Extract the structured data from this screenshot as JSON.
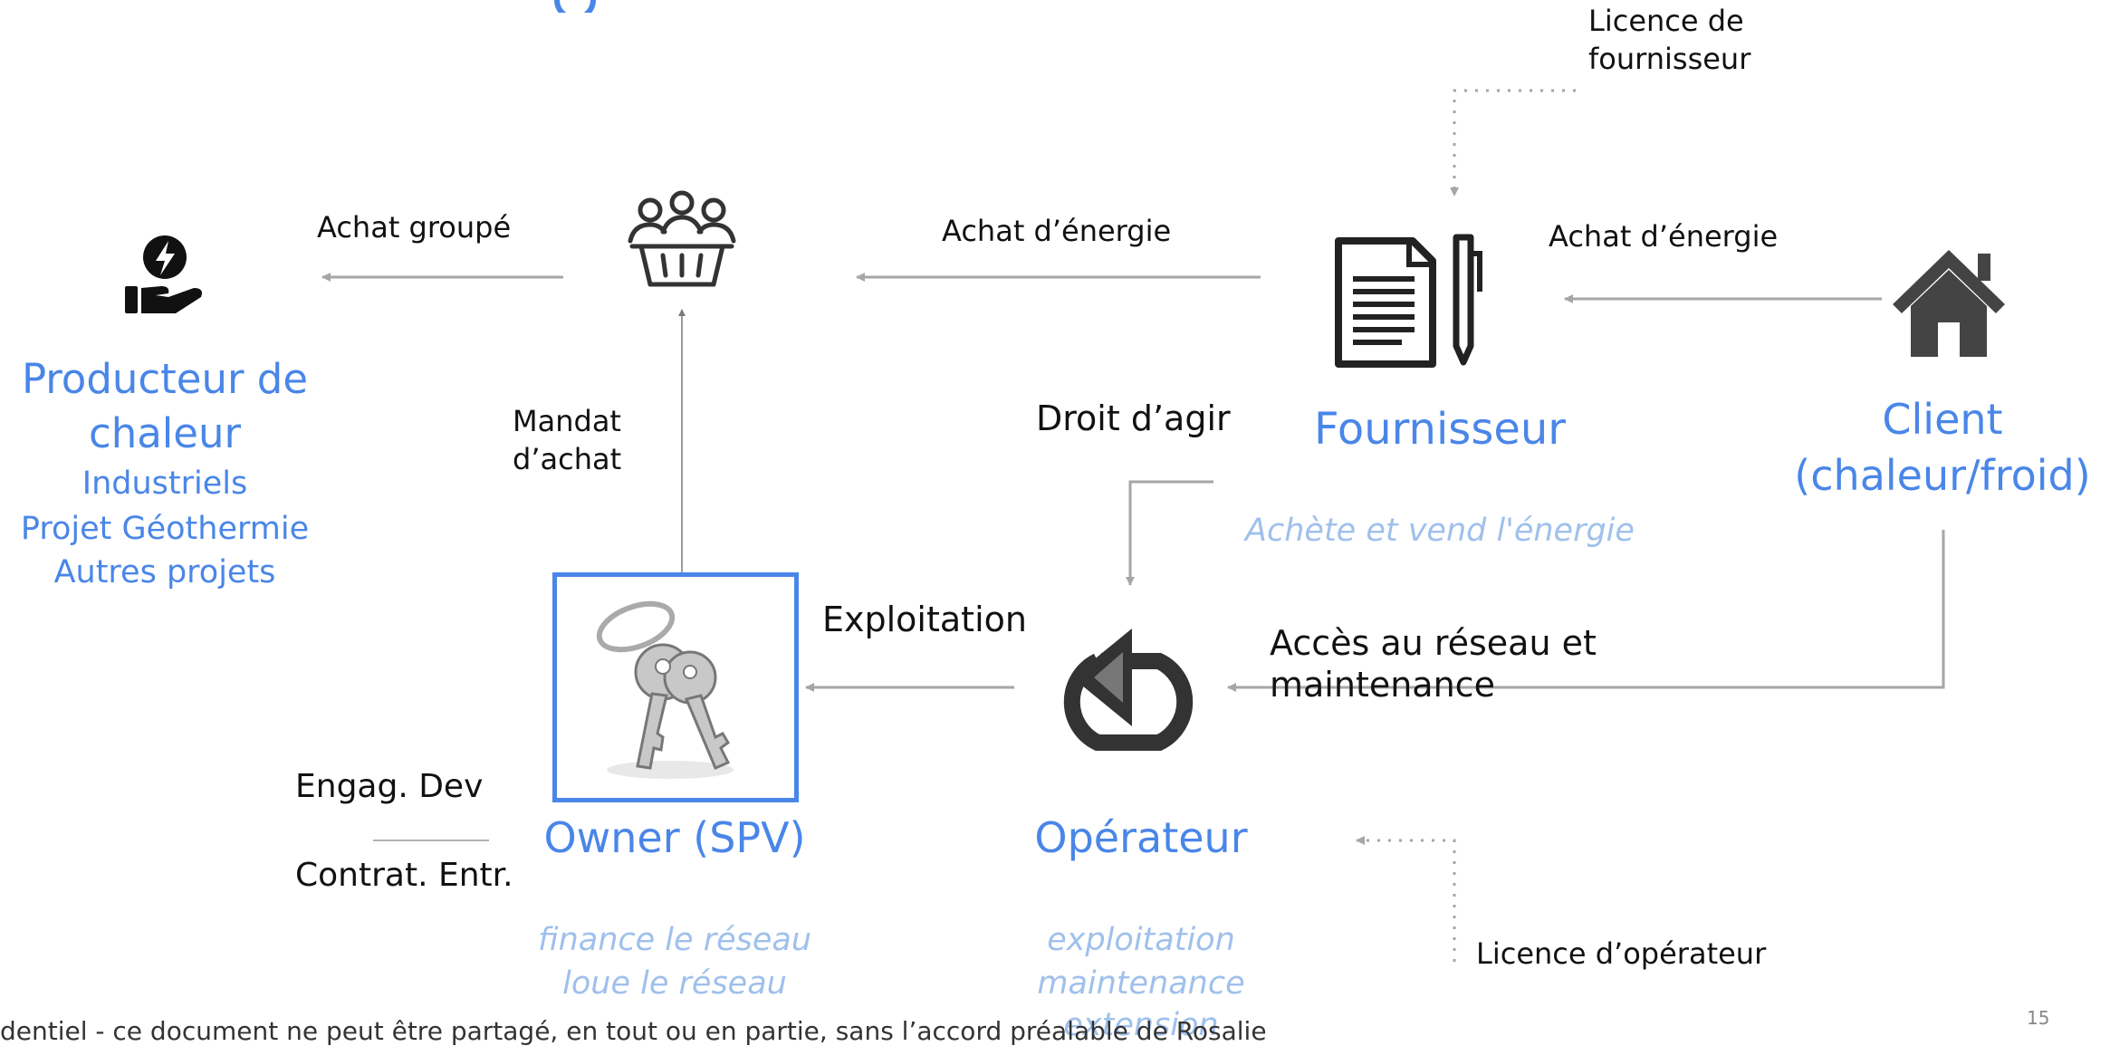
{
  "nodes": {
    "producer": {
      "title_line1": "Producteur de",
      "title_line2": "chaleur",
      "sub1": "Industriels",
      "sub2": "Projet Géothermie",
      "sub3": "Autres projets"
    },
    "fournisseur": {
      "title": "Fournisseur",
      "subtitle": "Achète et vend l'énergie"
    },
    "client": {
      "title_line1": "Client",
      "title_line2": "(chaleur/froid)"
    },
    "owner": {
      "title": "Owner (SPV)",
      "sub1": "finance le réseau",
      "sub2": "loue le réseau"
    },
    "operateur": {
      "title": "Opérateur",
      "sub1": "exploitation",
      "sub2": "maintenance",
      "sub3": "extension"
    }
  },
  "edges": {
    "achat_groupe": "Achat groupé",
    "achat_energie_1": "Achat d’énergie",
    "achat_energie_2": "Achat d’énergie",
    "mandat_line1": "Mandat",
    "mandat_line2": "d’achat",
    "droit_agir": "Droit d’agir",
    "exploitation": "Exploitation",
    "acces_line1": "Accès au réseau et",
    "acces_line2": "maintenance",
    "licence_fournisseur_line1": "Licence de",
    "licence_fournisseur_line2": "fournisseur",
    "licence_operateur": "Licence d’opérateur",
    "engag_dev": "Engag. Dev",
    "contrat_entr": "Contrat. Entr."
  },
  "footer": {
    "confidential": "dentiel - ce document ne peut être partagé, en tout ou en partie, sans l’accord préalable de Rosalie",
    "page_number": "15"
  },
  "colors": {
    "accent": "#4a86e8",
    "muted": "#9fc0ec",
    "arrow": "#a6a6a6",
    "icon": "#333333"
  }
}
